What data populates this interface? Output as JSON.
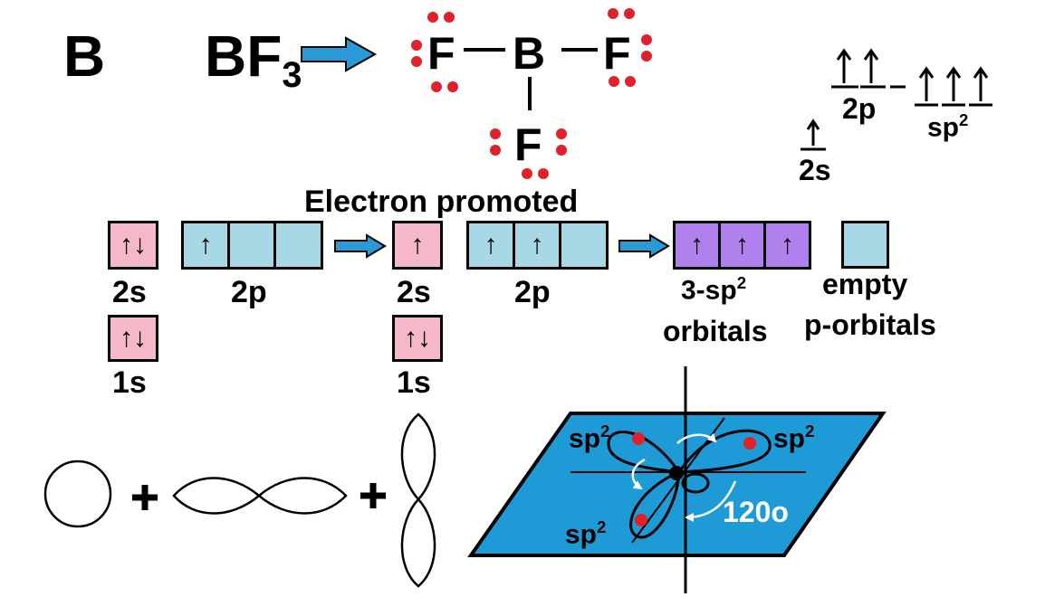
{
  "title_letter": "B",
  "formula": {
    "main": "BF",
    "sub": "3"
  },
  "lewis": {
    "central": "B",
    "ligand": "F"
  },
  "header": "Electron promoted",
  "energy": {
    "label_2p": "2p",
    "label_2s": "2s",
    "label_sp2": "sp",
    "sup": "2"
  },
  "ground": {
    "label_2s": "2s",
    "label_2p": "2p",
    "label_1s": "1s"
  },
  "excited": {
    "label_2s": "2s",
    "label_2p": "2p",
    "label_1s": "1s"
  },
  "hybrid": {
    "line1": "3-sp",
    "sup": "2",
    "line2": "orbitals"
  },
  "empty": {
    "line1": "empty",
    "line2": "p-orbitals"
  },
  "arrows": {
    "up": "↑",
    "down": "↓"
  },
  "plus": "+",
  "plane": {
    "lobe_label": "sp",
    "sup": "2",
    "angle": "120o"
  },
  "colors": {
    "pink": "#f4b8c8",
    "blue": "#a8d8e6",
    "purple": "#b080ec",
    "plane": "#1e9ad6",
    "dot": "#e0202a",
    "arrow": "#2a9ad6"
  }
}
